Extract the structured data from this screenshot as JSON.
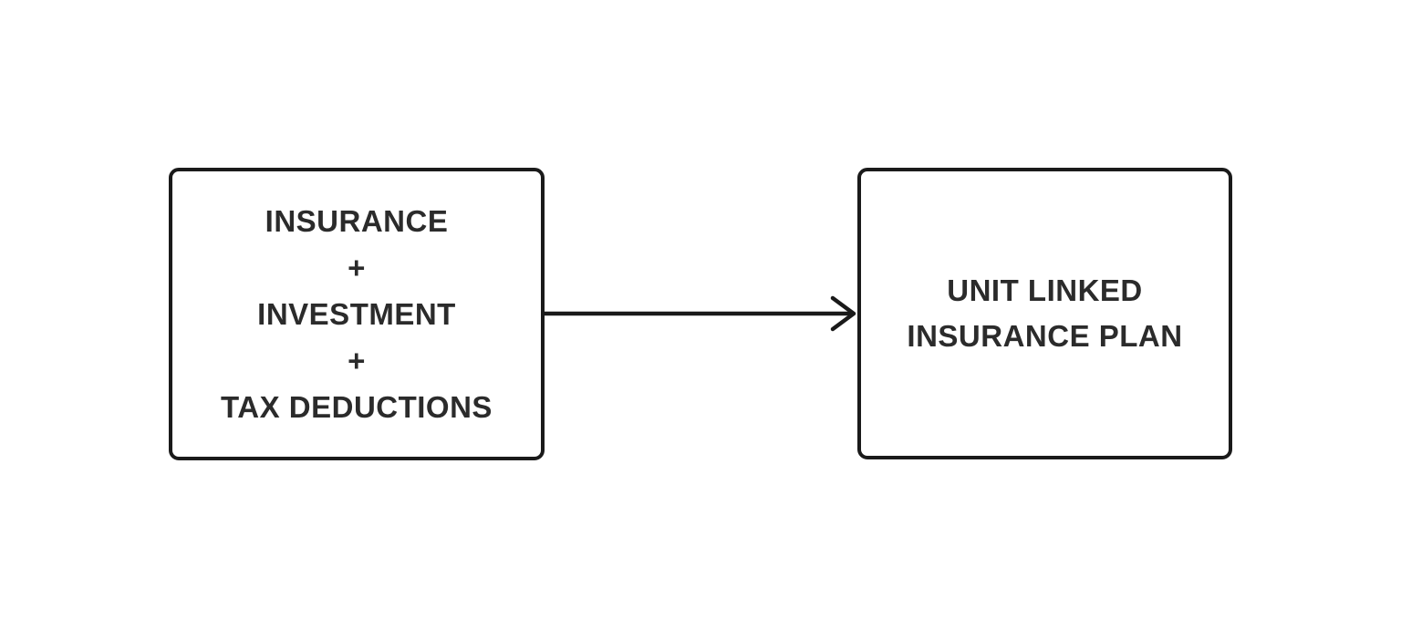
{
  "diagram": {
    "background_color": "#ffffff",
    "stroke_color": "#1a1a1a",
    "text_color": "#2b2b2b",
    "left_box": {
      "lines": [
        "INSURANCE",
        "+",
        "INVESTMENT",
        "+",
        "TAX DEDUCTIONS"
      ]
    },
    "right_box": {
      "lines": [
        "UNIT LINKED",
        "INSURANCE PLAN"
      ]
    },
    "connector": {
      "type": "arrow",
      "direction": "left-to-right"
    }
  }
}
